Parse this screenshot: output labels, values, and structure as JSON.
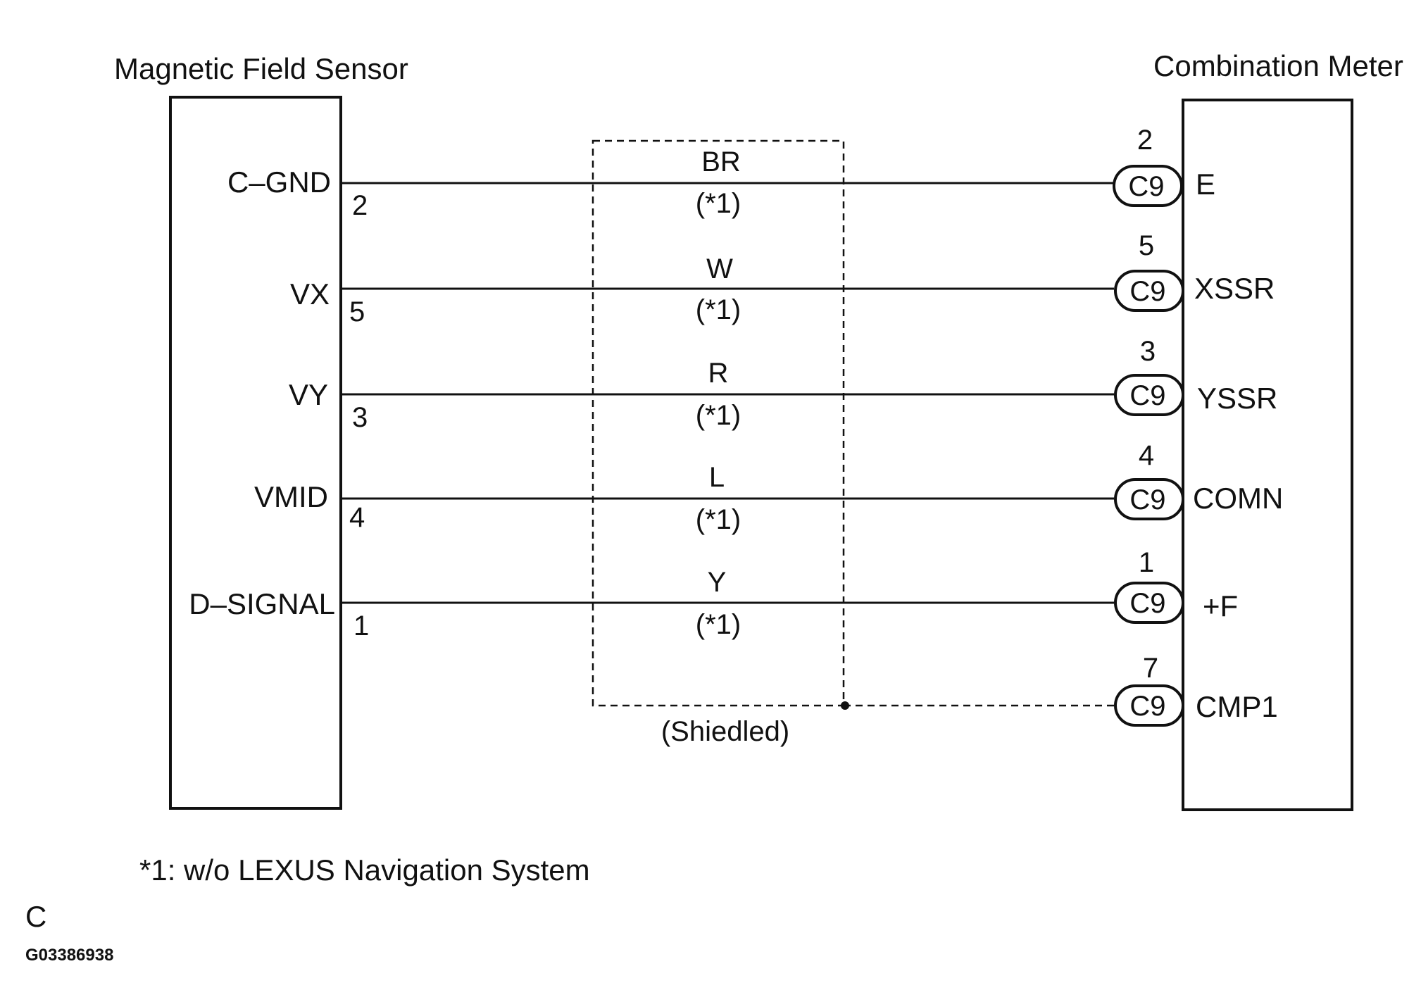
{
  "sensor": {
    "title": "Magnetic Field Sensor",
    "pins": [
      {
        "label": "C–GND",
        "pin": "2"
      },
      {
        "label": "VX",
        "pin": "5"
      },
      {
        "label": "VY",
        "pin": "3"
      },
      {
        "label": "VMID",
        "pin": "4"
      },
      {
        "label": "D–SIGNAL",
        "pin": "1"
      }
    ]
  },
  "meter": {
    "title": "Combination Meter",
    "pins": [
      {
        "connector": "C9",
        "pin": "2",
        "label": "E"
      },
      {
        "connector": "C9",
        "pin": "5",
        "label": "XSSR"
      },
      {
        "connector": "C9",
        "pin": "3",
        "label": "YSSR"
      },
      {
        "connector": "C9",
        "pin": "4",
        "label": "COMN"
      },
      {
        "connector": "C9",
        "pin": "1",
        "label": "+F"
      },
      {
        "connector": "C9",
        "pin": "7",
        "label": "CMP1"
      }
    ]
  },
  "wires": [
    {
      "color": "BR",
      "note": "(*1)"
    },
    {
      "color": "W",
      "note": "(*1)"
    },
    {
      "color": "R",
      "note": "(*1)"
    },
    {
      "color": "L",
      "note": "(*1)"
    },
    {
      "color": "Y",
      "note": "(*1)"
    }
  ],
  "shield_label": "(Shiedled)",
  "footnote": "*1: w/o LEXUS Navigation System",
  "corner_letter": "C",
  "figure_code": "G03386938"
}
